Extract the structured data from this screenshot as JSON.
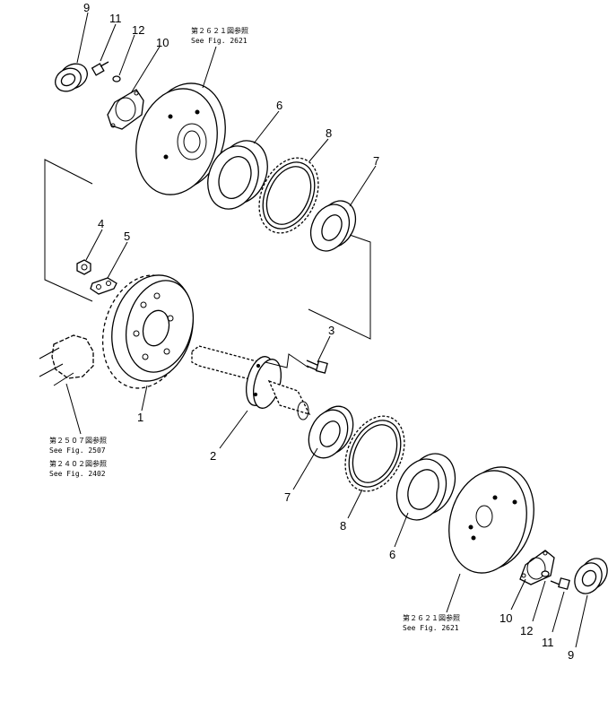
{
  "callouts": {
    "c1": "1",
    "c2": "2",
    "c3": "3",
    "c4": "4",
    "c5": "5",
    "c6a": "6",
    "c6b": "6",
    "c7a": "7",
    "c7b": "7",
    "c8a": "8",
    "c8b": "8",
    "c9a": "9",
    "c9b": "9",
    "c10a": "10",
    "c10b": "10",
    "c11a": "11",
    "c11b": "11",
    "c12a": "12",
    "c12b": "12"
  },
  "references": {
    "top_jp": "第２６２１図参照",
    "top_en": "See Fig. 2621",
    "left1_jp": "第２５０７図参照",
    "left1_en": "See Fig. 2507",
    "left2_jp": "第２４０２図参照",
    "left2_en": "See Fig. 2402",
    "bottom_jp": "第２６２１図参照",
    "bottom_en": "See Fig. 2621"
  }
}
